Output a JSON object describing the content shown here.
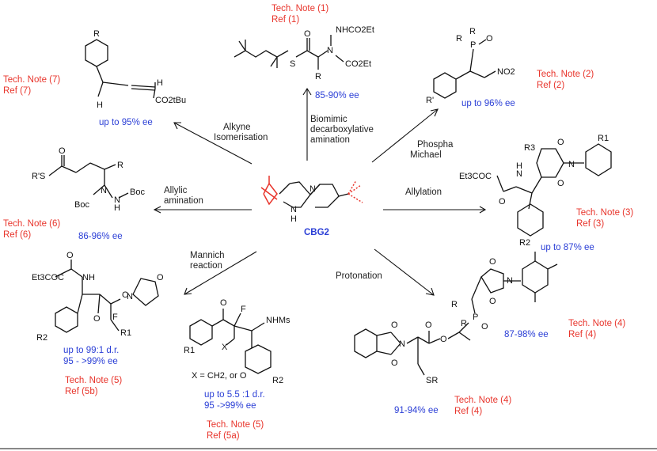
{
  "catalyst": {
    "name": "CBG2",
    "atom_n": "N",
    "atom_h": "H"
  },
  "reactions": [
    {
      "id": "protected-thioester",
      "note": "Tech. Note (1)",
      "ref": "Ref (1)",
      "result": "85-90% ee",
      "label_lines": [
        "Biomimic",
        "decarboxylative",
        "amination"
      ]
    },
    {
      "id": "phospha-michael",
      "note": "Tech. Note (2)",
      "ref": "Ref (2)",
      "result": "up to 96% ee",
      "label_lines": [
        "Phospha",
        "Michael"
      ]
    },
    {
      "id": "allylation",
      "note": "Tech. Note (3)",
      "ref": "Ref (3)",
      "result": "up to 87% ee",
      "label_lines": [
        "Allylation"
      ]
    },
    {
      "id": "protonation-succinimide",
      "note": "Tech. Note (4)",
      "ref": "Ref (4)",
      "result": "87-98% ee",
      "label_lines": [
        "Protonation"
      ]
    },
    {
      "id": "protonation-phthalimide",
      "note": "Tech. Note (4)",
      "ref": "Ref (4)",
      "result": "91-94% ee",
      "label_lines": []
    },
    {
      "id": "mannich-chromanone",
      "note": "Tech. Note (5)",
      "ref": "Ref (5a)",
      "result_lines": [
        "up to 5.5 :1 d.r.",
        "95 ->99% ee"
      ],
      "label_lines": [
        "Mannich",
        "reaction"
      ]
    },
    {
      "id": "mannich-oxazolidinone",
      "note": "Tech. Note (5)",
      "ref": "Ref (5b)",
      "result_lines": [
        "up to 99:1 d.r.",
        "95 - >99% ee"
      ],
      "label_lines": []
    },
    {
      "id": "allylic-amination",
      "note": "Tech. Note (6)",
      "ref": "Ref (6)",
      "result": "86-96% ee",
      "label_lines": [
        "Allylic",
        "amination"
      ]
    },
    {
      "id": "alkyne-isomerisation",
      "note": "Tech. Note (7)",
      "ref": "Ref (7)",
      "result": "up to 95% ee",
      "label_lines": [
        "Alkyne",
        "Isomerisation"
      ]
    }
  ],
  "structure_text": {
    "s1": [
      "NHCO2Et",
      "N",
      "CO2Et",
      "S",
      "O",
      "R"
    ],
    "s2": [
      "R",
      "R",
      "P",
      "O",
      "NO2",
      "R'"
    ],
    "s3": [
      "R3",
      "R1",
      "O",
      "O",
      "N",
      "Et3COC",
      "N",
      "H",
      "O",
      "R2"
    ],
    "s4": [
      "O",
      "N",
      "O",
      "R",
      "R",
      "P",
      "O"
    ],
    "s5": [
      "O",
      "O",
      "N",
      "O",
      "O",
      "SR"
    ],
    "s6": [
      "O",
      "F",
      "NHMs",
      "R1",
      "X",
      "R2",
      "X = CH2, or O"
    ],
    "s7": [
      "Et3COC",
      "NH",
      "O",
      "O",
      "O",
      "N",
      "F",
      "O",
      "R1",
      "R2"
    ],
    "s8": [
      "R'S",
      "O",
      "R",
      "Boc",
      "N",
      "H",
      "N",
      "Boc"
    ],
    "s9": [
      "R",
      "H",
      "H",
      "CO2tBu"
    ]
  },
  "colors": {
    "note": "#e8342b",
    "result": "#2b3fd6",
    "catalyst": "#e8342b",
    "catalyst_name": "#2b3fd6"
  }
}
